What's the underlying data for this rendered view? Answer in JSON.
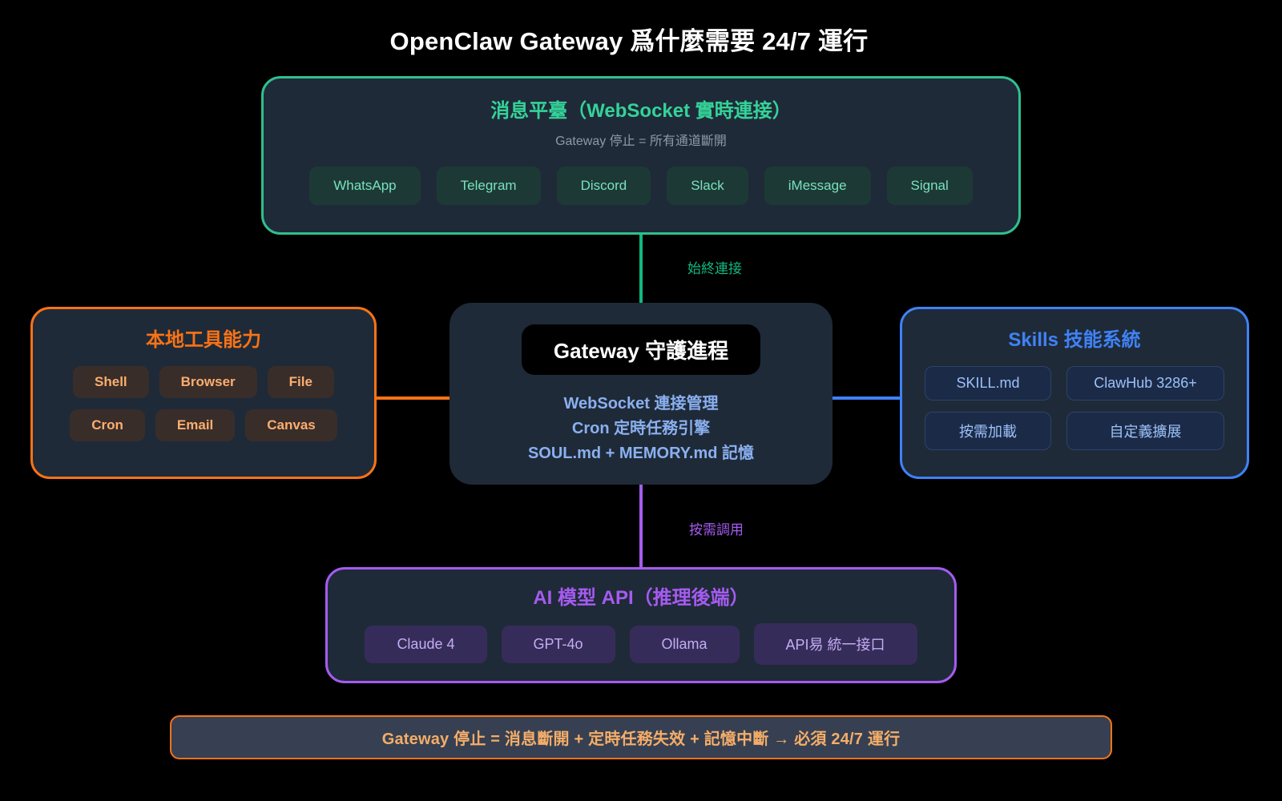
{
  "title": "OpenClaw Gateway 爲什麼需要 24/7 運行",
  "colors": {
    "background": "#000000",
    "box_bg": "#1f2a38",
    "green": "#2fbf8f",
    "green_text": "#34d399",
    "connector_green": "#10b981",
    "green_chip_bg": "#1d3935",
    "green_chip_text": "#78e2bd",
    "subtitle_gray": "#8e98a8",
    "orange": "#f97316",
    "orange_chip_bg": "#392d2a",
    "orange_chip_text": "#fcae6e",
    "blue": "#3f82f6",
    "blue_chip_bg": "#1b2a47",
    "blue_chip_border": "#2e4368",
    "blue_chip_text": "#9cc2f8",
    "center_lines": "#8ab0f0",
    "purple": "#a55bf0",
    "purple_chip_bg": "#362c59",
    "purple_chip_text": "#c3acf4",
    "footer_bg": "#364052",
    "footer_text": "#f5ad68",
    "white": "#ffffff"
  },
  "messaging": {
    "title": "消息平臺（WebSocket 實時連接）",
    "subtitle": "Gateway 停止 = 所有通道斷開",
    "chips": [
      "WhatsApp",
      "Telegram",
      "Discord",
      "Slack",
      "iMessage",
      "Signal"
    ]
  },
  "connectors": {
    "always_label": "始終連接",
    "on_demand_label": "按需調用"
  },
  "local_tools": {
    "title": "本地工具能力",
    "chips": [
      "Shell",
      "Browser",
      "File",
      "Cron",
      "Email",
      "Canvas"
    ]
  },
  "gateway": {
    "title": "Gateway 守護進程",
    "lines": [
      "WebSocket 連接管理",
      "Cron 定時任務引擎",
      "SOUL.md + MEMORY.md 記憶"
    ]
  },
  "skills": {
    "title": "Skills 技能系統",
    "chips": [
      "SKILL.md",
      "ClawHub 3286+",
      "按需加載",
      "自定義擴展"
    ]
  },
  "ai_models": {
    "title": "AI 模型 API（推理後端）",
    "chips": [
      "Claude 4",
      "GPT-4o",
      "Ollama",
      "API易 統一接口"
    ]
  },
  "footer": {
    "text": "Gateway 停止 = 消息斷開 + 定時任務失效 + 記憶中斷 → 必須 24/7 運行"
  }
}
